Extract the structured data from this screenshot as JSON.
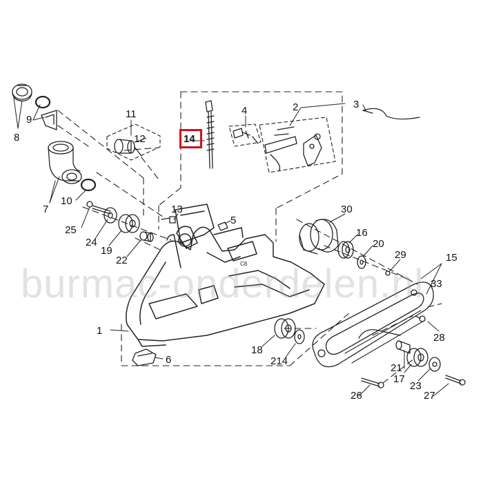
{
  "watermark": "burmac-onderdelen.nl",
  "highlight_color": "#d0121b",
  "part_labels": {
    "p1": "1",
    "p2": "2",
    "p3": "3",
    "p4": "4",
    "p5": "5",
    "p6": "6",
    "p7": "7",
    "p8": "8",
    "p9": "9",
    "p10": "10",
    "p11": "11",
    "p12": "12",
    "p13": "13",
    "p14": "14",
    "p15": "15",
    "p16": "16",
    "p17": "17",
    "p18": "18",
    "p19": "19",
    "p20": "20",
    "p21": "21",
    "p22": "22",
    "p23": "23",
    "p24": "24",
    "p25": "25",
    "p26": "26",
    "p27": "27",
    "p28": "28",
    "p29": "29",
    "p30": "30",
    "p33": "33",
    "p214": "214"
  },
  "housing_mark": "C8"
}
